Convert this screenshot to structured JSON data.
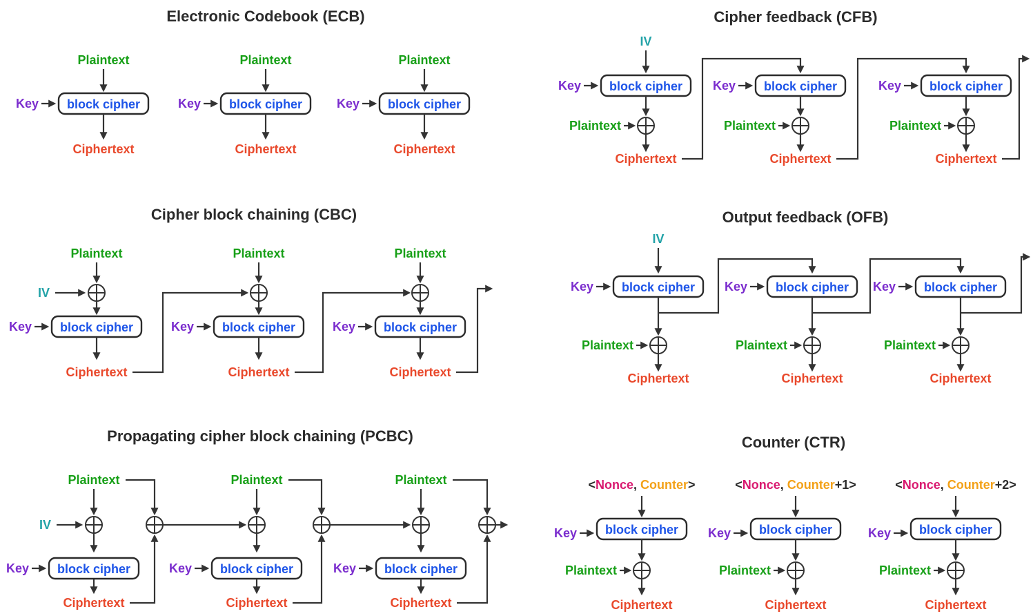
{
  "colors": {
    "background": "#ffffff",
    "text_dark": "#2b2b2b",
    "line": "#333333",
    "box_border": "#2b2b2b",
    "plaintext": "#18a018",
    "ciphertext": "#e9492c",
    "key": "#7b2dce",
    "iv": "#23a3a8",
    "nonce": "#d9186f",
    "counter": "#f3a118",
    "block_cipher": "#1d54e8"
  },
  "labels": {
    "plaintext": "Plaintext",
    "ciphertext": "Ciphertext",
    "key": "Key",
    "iv": "IV",
    "block_cipher": "block cipher"
  },
  "panels": {
    "ecb": {
      "title": "Electronic Codebook (ECB)",
      "units": 3
    },
    "cfb": {
      "title": "Cipher feedback (CFB)",
      "units": 3
    },
    "cbc": {
      "title": "Cipher block chaining (CBC)",
      "units": 3
    },
    "ofb": {
      "title": "Output feedback (OFB)",
      "units": 3
    },
    "pcbc": {
      "title": "Propagating cipher block chaining (PCBC)",
      "units": 3
    },
    "ctr": {
      "title": "Counter (CTR)",
      "units": 3,
      "input_labels": [
        {
          "open": "<",
          "nonce": "Nonce",
          "sep": ", ",
          "counter": "Counter",
          "suffix": "",
          "close": ">"
        },
        {
          "open": "<",
          "nonce": "Nonce",
          "sep": ", ",
          "counter": "Counter",
          "suffix": "+1",
          "close": ">"
        },
        {
          "open": "<",
          "nonce": "Nonce",
          "sep": ", ",
          "counter": "Counter",
          "suffix": "+2",
          "close": ">"
        }
      ]
    }
  }
}
